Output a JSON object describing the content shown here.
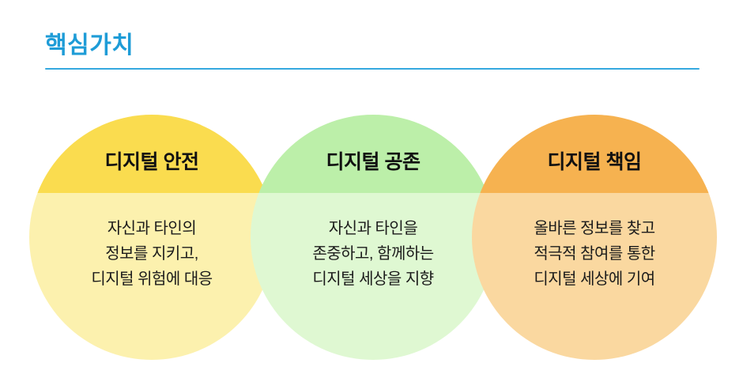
{
  "header": {
    "title": "핵심가치"
  },
  "colors": {
    "title": "#1E9CD7",
    "underline": "#35A9DF",
    "body_text": "#1b1b1b"
  },
  "circles": [
    {
      "id": "digital-safety",
      "title": "디지털 안전",
      "body": "자신과 타인의\n정보를 지키고,\n디지털 위험에 대응",
      "top_color": "#FADC4F",
      "bottom_color": "#FCF1AE"
    },
    {
      "id": "digital-coexistence",
      "title": "디지털 공존",
      "body": "자신과 타인을\n존중하고, 함께하는\n디지털 세상을 지향",
      "top_color": "#BCEFA9",
      "bottom_color": "#DFF8D2"
    },
    {
      "id": "digital-responsibility",
      "title": "디지털 책임",
      "body": "올바른 정보를 찾고\n적극적 참여를 통한\n디지털 세상에 기여",
      "top_color": "#F6B250",
      "bottom_color": "#FAD8A0"
    }
  ]
}
